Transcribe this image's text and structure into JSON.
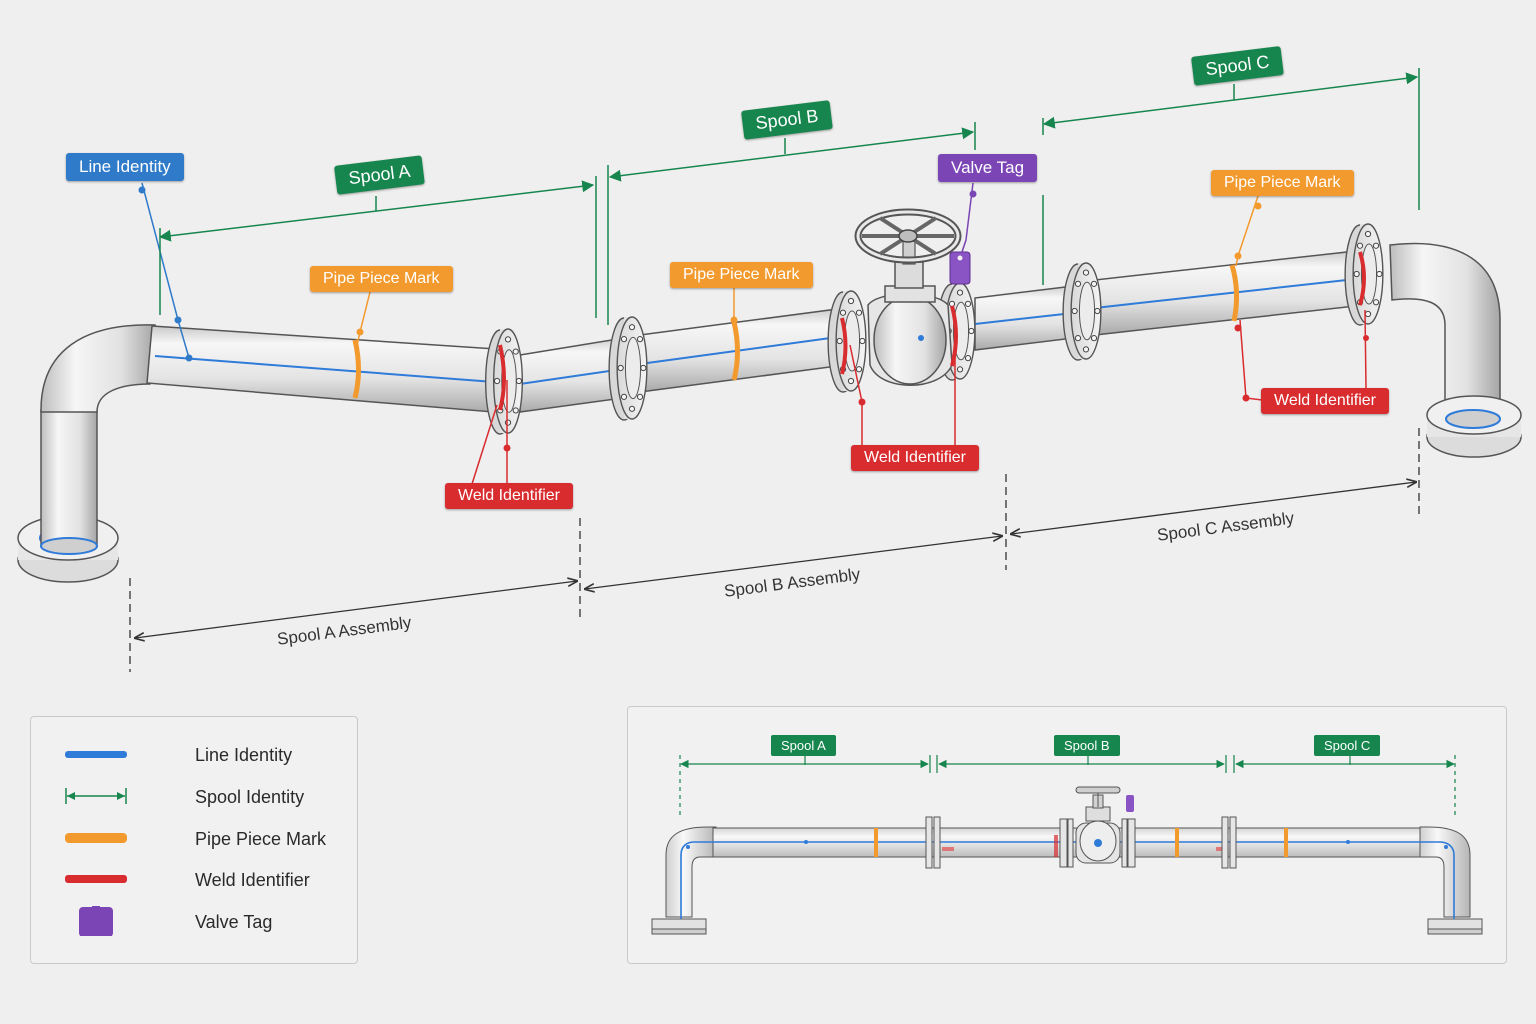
{
  "main": {
    "line_identity": "Line Identity",
    "spools": [
      {
        "label": "Spool A"
      },
      {
        "label": "Spool B"
      },
      {
        "label": "Spool C"
      }
    ],
    "valve_tag": "Valve Tag",
    "pipe_piece_marks": [
      "Pipe Piece Mark",
      "Pipe Piece Mark",
      "Pipe Piece Mark"
    ],
    "weld_identifiers": [
      "Weld Identifier",
      "Weld Identifier",
      "Weld Identifier"
    ],
    "assemblies": [
      "Spool A Assembly",
      "Spool B Assembly",
      "Spool C Assembly"
    ]
  },
  "legend": {
    "items": [
      {
        "label": "Line Identity",
        "symbol": "blue-line",
        "color": "#2f7bd9"
      },
      {
        "label": "Spool Identity",
        "symbol": "double-arrow",
        "color": "#17864e"
      },
      {
        "label": "Pipe Piece Mark",
        "symbol": "orange-band",
        "color": "#f39a2e"
      },
      {
        "label": "Weld Identifier",
        "symbol": "red-band",
        "color": "#d92c2f"
      },
      {
        "label": "Valve Tag",
        "symbol": "tag-icon",
        "color": "#7c45b6"
      }
    ]
  },
  "inset": {
    "spools": [
      "Spool A",
      "Spool B",
      "Spool C"
    ]
  },
  "colors": {
    "line": "#2f7bd9",
    "spool": "#17864e",
    "piece": "#f39a2e",
    "weld": "#d92c2f",
    "valve": "#7c45b6"
  }
}
